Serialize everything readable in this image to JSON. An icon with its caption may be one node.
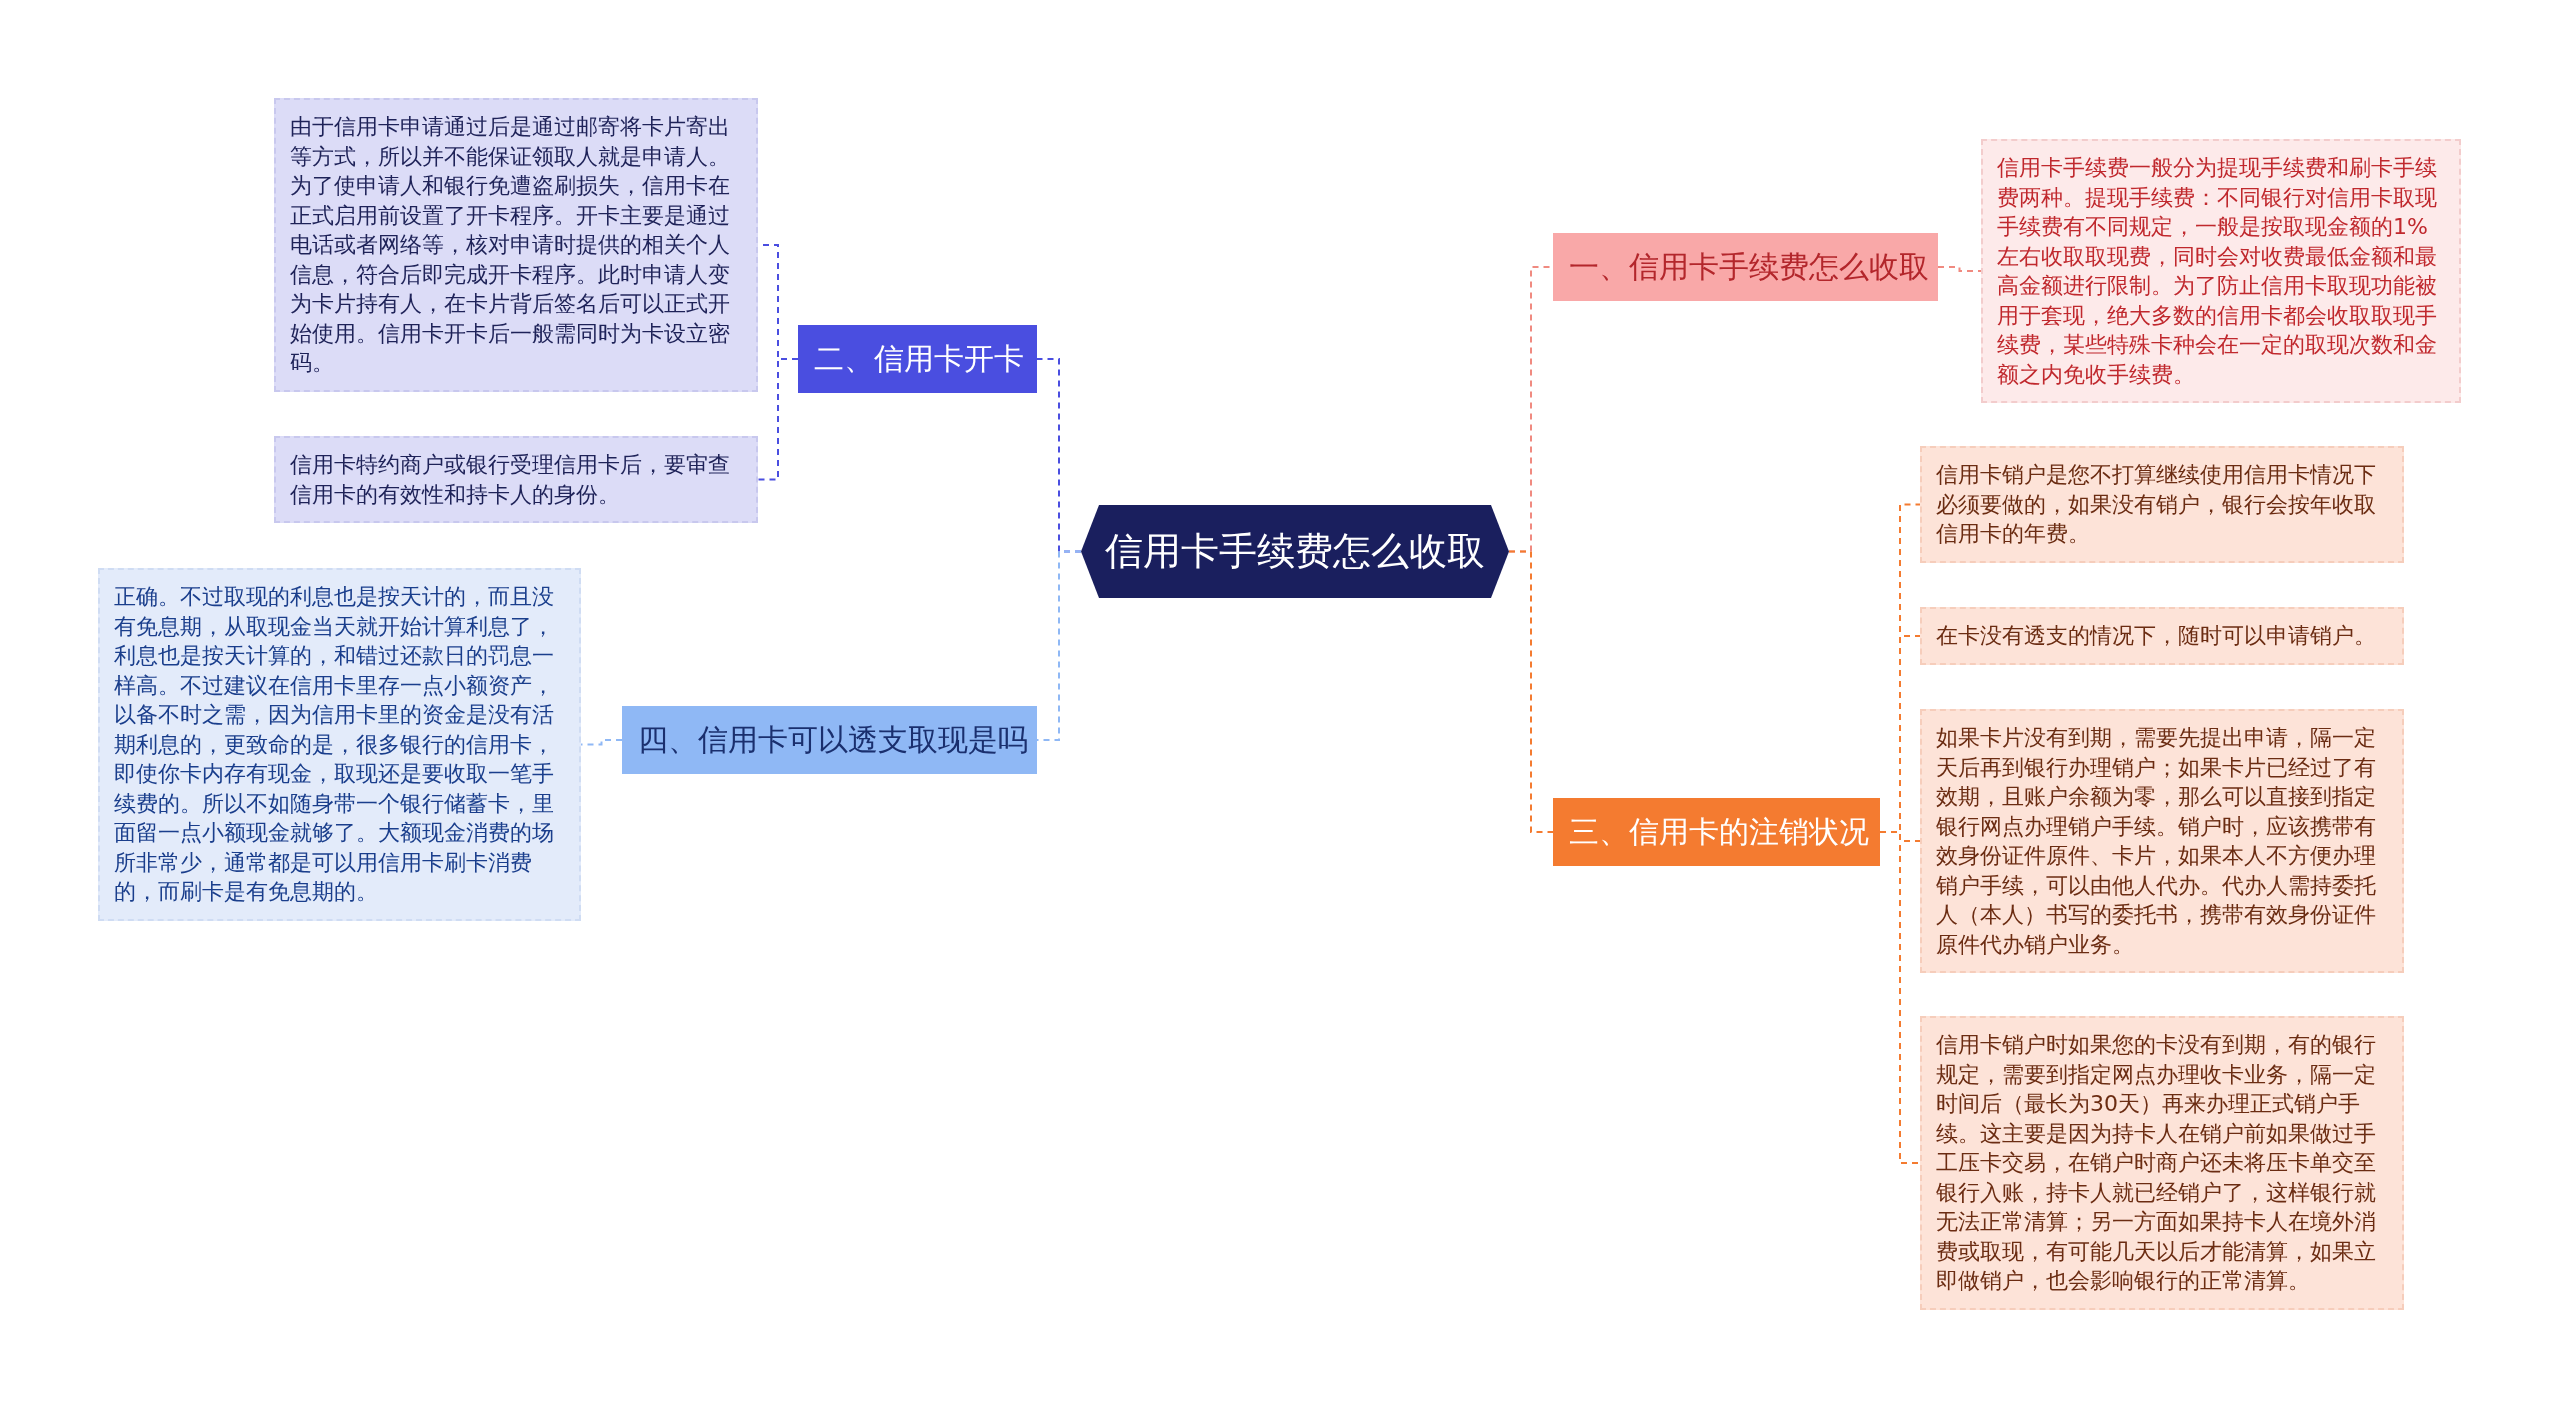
{
  "diagram": {
    "nodes": [
      {
        "text": [
          "信用卡手续费怎么收取"
        ]
      },
      {
        "text": [
          "一、信用卡手续费怎么收取"
        ]
      },
      {
        "text": [
          "信用卡手续费一般分为提现手续费和刷卡手续费两种。提现手续费：不同银行对信用卡取现手续费有不同规定，一般是按取现金额的1%左右收取取现费，同时会对收费最低金额和最高金额进行限制。为了防止信用卡取现功能被用于套现，绝大多数的信用卡都会收取取现手续费，某些特殊卡种会在一定的取现次数和金额之内免收手续费。"
        ]
      },
      {
        "text": [
          "二、信用卡开卡"
        ]
      },
      {
        "text": [
          "由于信用卡申请通过后是通过邮寄将卡片寄出等方式，所以并不能保证领取人就是申请人。为了使申请人和银行免遭盗刷损失，信用卡在正式启用前设置了开卡程序。开卡主要是通过电话或者网络等，核对申请时提供的相关个人信息，符合后即完成开卡程序。此时申请人变为卡片持有人，在卡片背后签名后可以正式开始使用。信用卡开卡后一般需同时为卡设立密码。"
        ]
      },
      {
        "text": [
          "信用卡特约商户或银行受理信用卡后，要审查信用卡的有效性和持卡人的身份。"
        ]
      },
      {
        "text": [
          "三、信用卡的注销状况"
        ]
      },
      {
        "text": [
          "信用卡销户是您不打算继续使用信用卡情况下必须要做的，如果没有销户，银行会按年收取信用卡的年费。"
        ]
      },
      {
        "text": [
          "在卡没有透支的情况下，随时可以申请销户。"
        ]
      },
      {
        "text": [
          "如果卡片没有到期，需要先提出申请，隔一定天后再到银行办理销户；如果卡片已经过了有效期，且账户余额为零，那么可以直接到指定银行网点办理销户手续。销户时，应该携带有效身份证件原件、卡片，如果本人不方便办理销户手续，可以由他人代办。代办人需持委托人（本人）书写的委托书，携带有效身份证件原件代办销户业务。"
        ]
      },
      {
        "text": [
          "信用卡销户时如果您的卡没有到期，有的银行规定，需要到指定网点办理收卡业务，隔一定时间后（最长为30天）再来办理正式销户手续。这主要是因为持卡人在销户前如果做过手工压卡交易，在销户时商户还未将压卡单交至银行入账，持卡人就已经销户了，这样银行就无法正常清算；另一方面如果持卡人在境外消费或取现，有可能几天以后才能清算，如果立即做销户，也会影响银行的正常清算。"
        ]
      },
      {
        "text": [
          "四、信用卡可以透支取现是吗"
        ]
      },
      {
        "text": [
          "正确。不过取现的利息也是按天计的，而且没有免息期，从取现金当天就开始计算利息了，利息也是按天计算的，和错过还款日的罚息一样高。不过建议在信用卡里存一点小额资产，以备不时之需，因为信用卡里的资金是没有活期利息的，更致命的是，很多银行的信用卡，即使你卡内存有现金，取现还是要收取一笔手续费的。所以不如随身带一个银行储蓄卡，里面留一点小额现金就够了。大额现金消费的场所非常少，通常都是可以用信用卡刷卡消费的，而刷卡是有免息期的。"
        ]
      }
    ],
    "edges": [
      {
        "from": 0,
        "to": 1,
        "arrow": "none",
        "style": "dashed",
        "color": "#f08a80"
      },
      {
        "from": 0,
        "to": 3,
        "arrow": "none",
        "style": "dashed",
        "color": "#4a4ee0"
      },
      {
        "from": 0,
        "to": 6,
        "arrow": "none",
        "style": "dashed",
        "color": "#f47b30"
      },
      {
        "from": 0,
        "to": 11,
        "arrow": "none",
        "style": "dashed",
        "color": "#8fb8f5"
      },
      {
        "from": 1,
        "to": 2,
        "arrow": "none",
        "style": "dashed",
        "color": "#f08a80"
      },
      {
        "from": 3,
        "to": 4,
        "arrow": "none",
        "style": "dashed",
        "color": "#4a4ee0"
      },
      {
        "from": 3,
        "to": 5,
        "arrow": "none",
        "style": "dashed",
        "color": "#4a4ee0"
      },
      {
        "from": 6,
        "to": 7,
        "arrow": "none",
        "style": "dashed",
        "color": "#f47b30"
      },
      {
        "from": 6,
        "to": 8,
        "arrow": "none",
        "style": "dashed",
        "color": "#f47b30"
      },
      {
        "from": 6,
        "to": 9,
        "arrow": "none",
        "style": "dashed",
        "color": "#f47b30"
      },
      {
        "from": 6,
        "to": 10,
        "arrow": "none",
        "style": "dashed",
        "color": "#f47b30"
      },
      {
        "from": 11,
        "to": 12,
        "arrow": "none",
        "style": "dashed",
        "color": "#8fb8f5"
      }
    ]
  }
}
